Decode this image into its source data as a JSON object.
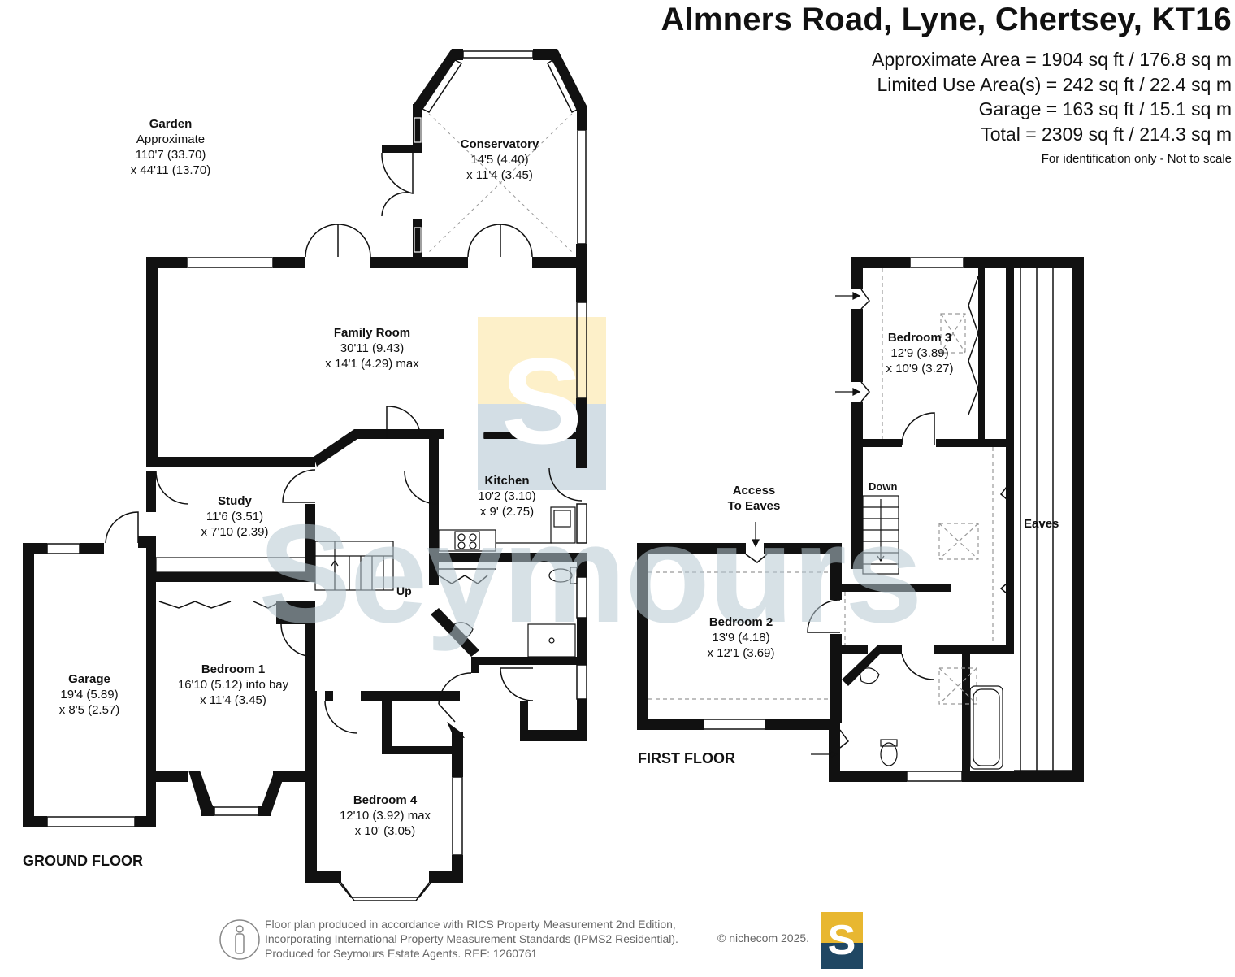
{
  "header": {
    "title": "Almners Road, Lyne, Chertsey, KT16",
    "areas": [
      "Approximate Area = 1904 sq ft / 176.8 sq m",
      "Limited Use Area(s) = 242 sq ft / 22.4 sq m",
      "Garage = 163 sq ft / 15.1 sq m",
      "Total = 2309 sq ft / 214.3 sq m"
    ],
    "note": "For identification only - Not to scale"
  },
  "rooms": {
    "garden": {
      "name": "Garden",
      "lines": [
        "Approximate",
        "110'7 (33.70)",
        "x 44'11 (13.70)"
      ]
    },
    "conservatory": {
      "name": "Conservatory",
      "lines": [
        "14'5 (4.40)",
        "x 11'4 (3.45)"
      ]
    },
    "family_room": {
      "name": "Family Room",
      "lines": [
        "30'11 (9.43)",
        "x 14'1 (4.29) max"
      ]
    },
    "kitchen": {
      "name": "Kitchen",
      "lines": [
        "10'2 (3.10)",
        "x 9' (2.75)"
      ]
    },
    "study": {
      "name": "Study",
      "lines": [
        "11'6 (3.51)",
        "x 7'10 (2.39)"
      ]
    },
    "garage": {
      "name": "Garage",
      "lines": [
        "19'4 (5.89)",
        "x 8'5 (2.57)"
      ]
    },
    "bedroom1": {
      "name": "Bedroom 1",
      "lines": [
        "16'10 (5.12) into bay",
        "x 11'4 (3.45)"
      ]
    },
    "bedroom4": {
      "name": "Bedroom 4",
      "lines": [
        "12'10 (3.92) max",
        "x 10' (3.05)"
      ]
    },
    "bedroom2": {
      "name": "Bedroom 2",
      "lines": [
        "13'9 (4.18)",
        "x 12'1 (3.69)"
      ]
    },
    "bedroom3": {
      "name": "Bedroom 3",
      "lines": [
        "12'9 (3.89)",
        "x 10'9 (3.27)"
      ]
    }
  },
  "labels": {
    "up": "Up",
    "down": "Down",
    "eaves": "Eaves",
    "access_eaves": [
      "Access",
      "To Eaves"
    ],
    "ground_floor": "GROUND FLOOR",
    "first_floor": "FIRST FLOOR",
    "watermark": "Seymours",
    "logo_letter": "S"
  },
  "footer": {
    "lines": [
      "Floor plan produced in accordance with RICS Property Measurement 2nd Edition,",
      "Incorporating International Property Measurement Standards (IPMS2 Residential).",
      "Produced for Seymours Estate Agents.   REF: 1260761"
    ],
    "copyright": "© nichecom 2025."
  },
  "colors": {
    "wall": "#111111",
    "logo_top": "#fdf0c9",
    "logo_bottom": "#d3dee5",
    "logo_small_top": "#e8b730",
    "logo_small_bottom": "#1f4763",
    "watermark": "#b7c9d3"
  }
}
